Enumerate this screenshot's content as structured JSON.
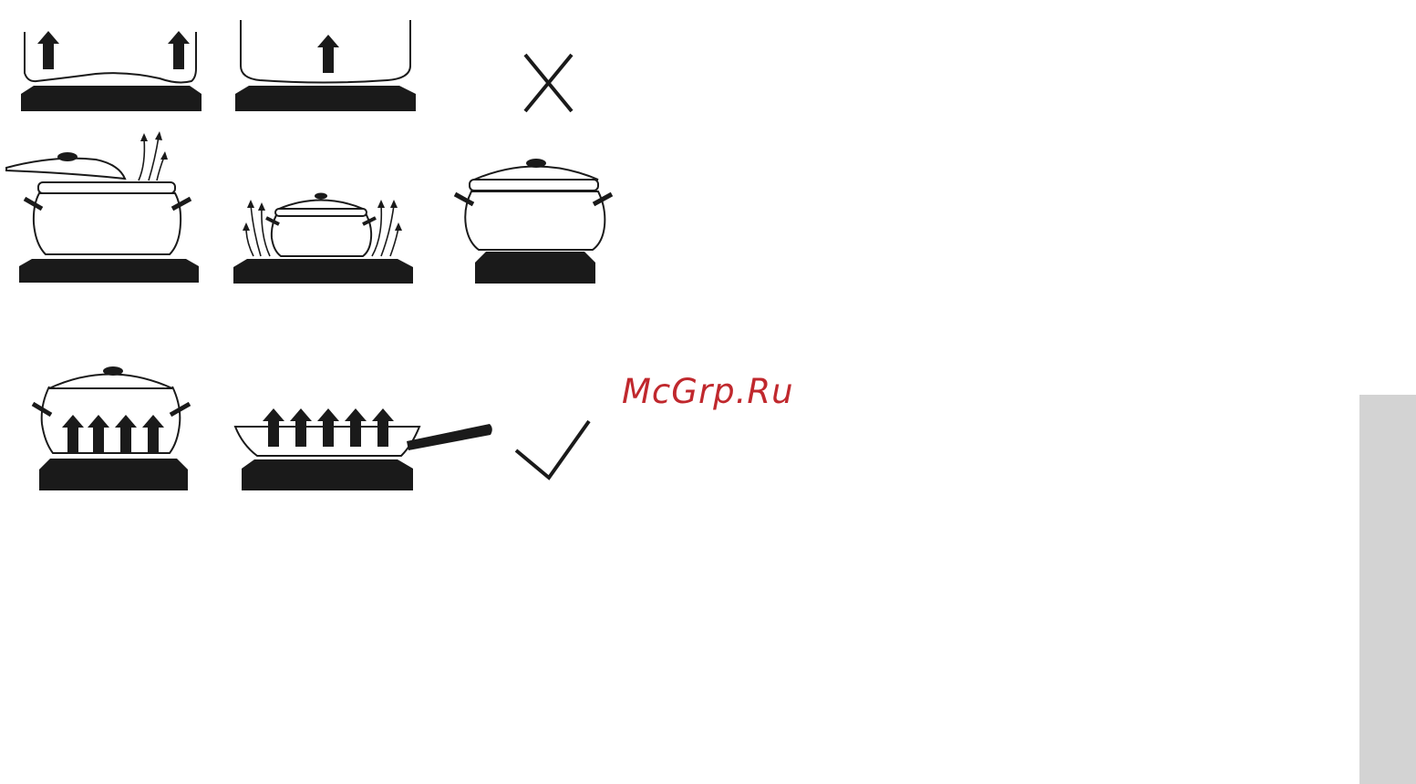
{
  "watermark": {
    "text": "McGrp.Ru",
    "color": "#c0282d"
  },
  "colors": {
    "ink": "#1a1a1a",
    "paper": "#ffffff",
    "side_tab": "#d3d3d3"
  },
  "rows": [
    {
      "id": "row-flatness",
      "items": [
        "warped-pan-on-hob",
        "tall-pot-on-hob"
      ],
      "verdict_icon": "cross-icon"
    },
    {
      "id": "row-lids-and-sizes",
      "items": [
        "pot-lid-ajar-with-steam",
        "small-pot-on-large-zone",
        "pot-matching-zone"
      ]
    },
    {
      "id": "row-correct-use",
      "items": [
        "lidded-pot-on-zone",
        "frying-pan-on-zone"
      ],
      "verdict_icon": "checkmark-icon"
    }
  ]
}
